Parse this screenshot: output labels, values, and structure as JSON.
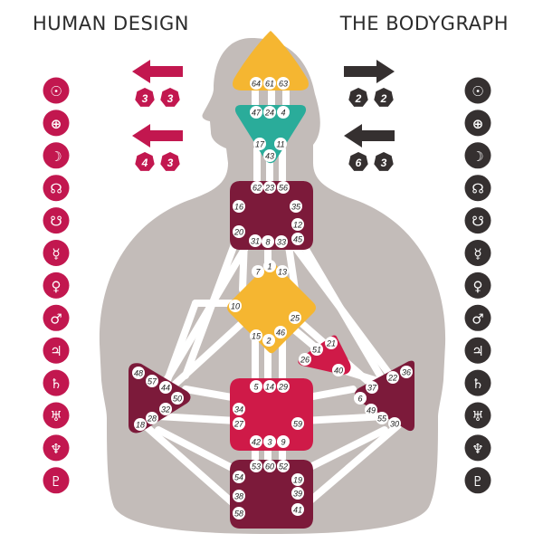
{
  "header": {
    "title_left": "HUMAN DESIGN",
    "title_right": "THE BODYGRAPH"
  },
  "colors": {
    "design": "#c2174f",
    "personality": "#353030",
    "body": "#c3bcb9",
    "channel": "#ffffff",
    "yellow": "#f5b631",
    "teal": "#2aac9a",
    "maroon": "#7c1a3a",
    "crimson": "#cf1a48"
  },
  "planets": [
    {
      "name": "sun",
      "glyph": "☉"
    },
    {
      "name": "earth",
      "glyph": "⊕"
    },
    {
      "name": "moon",
      "glyph": "☽"
    },
    {
      "name": "north-node",
      "glyph": "☊"
    },
    {
      "name": "south-node",
      "glyph": "☋"
    },
    {
      "name": "mercury",
      "glyph": "☿"
    },
    {
      "name": "venus",
      "glyph": "♀"
    },
    {
      "name": "mars",
      "glyph": "♂"
    },
    {
      "name": "jupiter",
      "glyph": "♃"
    },
    {
      "name": "saturn",
      "glyph": "♄"
    },
    {
      "name": "uranus",
      "glyph": "♅"
    },
    {
      "name": "neptune",
      "glyph": "♆"
    },
    {
      "name": "pluto",
      "glyph": "♇"
    }
  ],
  "arrows": {
    "left_top_badges": [
      "3",
      "3"
    ],
    "left_bottom_badges": [
      "4",
      "3"
    ],
    "right_top_badges": [
      "2",
      "2"
    ],
    "right_bottom_badges": [
      "6",
      "3"
    ]
  },
  "centers": [
    {
      "name": "head",
      "gates": [
        "64",
        "61",
        "63"
      ]
    },
    {
      "name": "ajna",
      "gates": [
        "47",
        "24",
        "4",
        "17",
        "11",
        "43"
      ]
    },
    {
      "name": "throat",
      "gates": [
        "62",
        "23",
        "56",
        "16",
        "35",
        "12",
        "20",
        "45",
        "31",
        "8",
        "33"
      ]
    },
    {
      "name": "g-center",
      "gates": [
        "1",
        "7",
        "13",
        "10",
        "25",
        "15",
        "2",
        "46"
      ]
    },
    {
      "name": "heart",
      "gates": [
        "21",
        "51",
        "26",
        "40"
      ]
    },
    {
      "name": "spleen",
      "gates": [
        "48",
        "57",
        "44",
        "50",
        "32",
        "28",
        "18"
      ]
    },
    {
      "name": "sacral",
      "gates": [
        "5",
        "14",
        "29",
        "34",
        "27",
        "59",
        "42",
        "3",
        "9"
      ]
    },
    {
      "name": "solar-plexus",
      "gates": [
        "36",
        "22",
        "37",
        "6",
        "49",
        "55",
        "30"
      ]
    },
    {
      "name": "root",
      "gates": [
        "53",
        "60",
        "52",
        "54",
        "19",
        "38",
        "39",
        "58",
        "41"
      ]
    }
  ]
}
